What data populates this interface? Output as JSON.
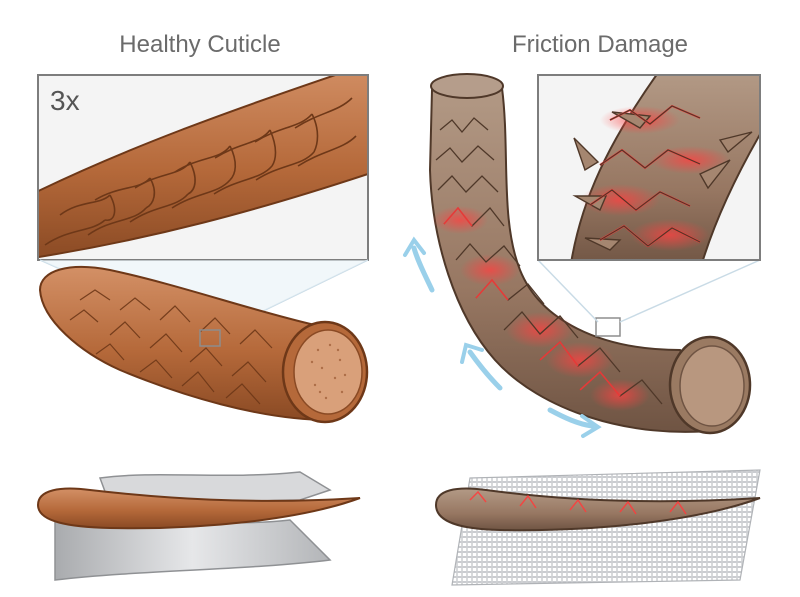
{
  "panels": {
    "left": {
      "title": "Healthy Cuticle",
      "zoom_label": "3x"
    },
    "right": {
      "title": "Friction Damage"
    }
  },
  "colors": {
    "healthy_fill": "#b5693a",
    "healthy_light": "#cf8d5f",
    "healthy_dark": "#7a3f1d",
    "damaged_fill": "#9a7a62",
    "damaged_dark": "#5e4332",
    "damage_glow": "#ff3b3b",
    "arrow": "#9ad0ea",
    "metal": "#c7c9cc",
    "mesh": "#d9dbde"
  },
  "icons": [
    "friction-arrow-icon",
    "magnifier-box-icon"
  ]
}
